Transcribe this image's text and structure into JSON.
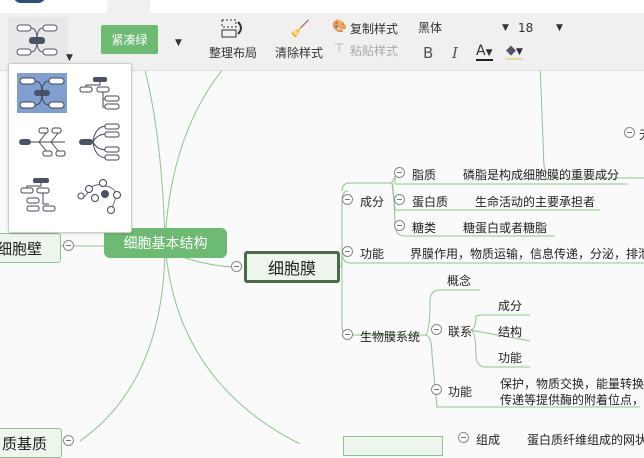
{
  "toolbar": {
    "theme_label": "紧凑绿",
    "arrange_label": "整理布局",
    "clear_style_label": "清除样式",
    "copy_style_label": "复制样式",
    "paste_style_label": "粘贴样式",
    "font_family": "黑体",
    "font_size": "18",
    "bold": "B",
    "italic": "I",
    "font_color": "A"
  },
  "layout_menu": {
    "options": [
      "mind-map",
      "org-tree",
      "fishbone",
      "bracket",
      "tree",
      "timeline"
    ],
    "selected": "mind-map",
    "selected_color": "#7f9fd0"
  },
  "colors": {
    "accent": "#6dbb73",
    "node_border": "#4a6b48"
  },
  "map": {
    "root": "细胞基本结构",
    "left_nodes": [
      "细胞壁",
      "质基质"
    ],
    "membrane": {
      "title": "细胞膜",
      "composition": {
        "label": "成分",
        "children": [
          {
            "label": "脂质",
            "desc": "磷脂是构成细胞膜的重要成分"
          },
          {
            "label": "蛋白质",
            "desc": "生命活动的主要承担者"
          },
          {
            "label": "糖类",
            "desc": "糖蛋白或者糖脂"
          }
        ]
      },
      "function": {
        "label": "功能",
        "desc": "界膜作用，物质运输，信息传递，分泌，排泄"
      },
      "biomembrane": {
        "label": "生物膜系统",
        "concept": "概念",
        "relation": {
          "label": "联系",
          "children": [
            "成分",
            "结构",
            "功能"
          ]
        },
        "function": {
          "label": "功能",
          "desc1": "保护，物质交换，能量转换，",
          "desc2": "传递等提供酶的附着位点，"
        }
      }
    },
    "bottom": {
      "label": "组成",
      "desc": "蛋白质纤维组成的网状"
    },
    "top_right": "无"
  }
}
